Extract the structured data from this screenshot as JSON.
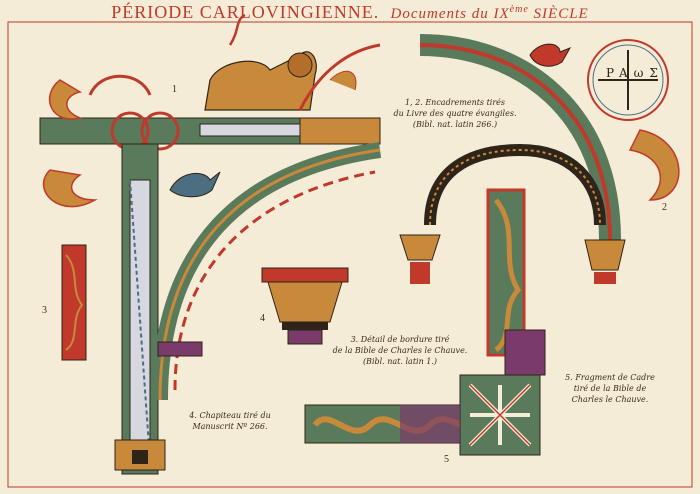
{
  "title": {
    "main": "PÉRIODE CARLOVINGIENNE.",
    "sub_prefix": "Documents du IX",
    "sub_sup": "ème",
    "sub_suffix": " SIÈCLE"
  },
  "captions": {
    "c12_line1": "1, 2. Encadrements tirés",
    "c12_line2": "du Livre des quatre évangiles.",
    "c12_line3": "(Bibl. nat. latin 266.)",
    "c3_line1": "3. Détail de bordure tiré",
    "c3_line2": "de la Bible de Charles le Chauve.",
    "c3_line3": "(Bibl. nat. latin 1.)",
    "c4_line1": "4. Chapiteau tiré du",
    "c4_line2": "Manuscrit Nº 266.",
    "c5_line1": "5. Fragment de Cadre",
    "c5_line2": "tiré de la Bible de",
    "c5_line3": "Charles le Chauve."
  },
  "numbers": {
    "n1": "1",
    "n2": "2",
    "n3": "3",
    "n4": "4",
    "n5": "5"
  },
  "monogram": {
    "letters": "PAωΣ"
  },
  "colors": {
    "background": "#f4ecd6",
    "gold": "#c8893a",
    "red": "#c0392b",
    "green": "#5a7a5c",
    "blue": "#4d6e80",
    "purple": "#7a3a6a",
    "dark": "#2e241a"
  }
}
